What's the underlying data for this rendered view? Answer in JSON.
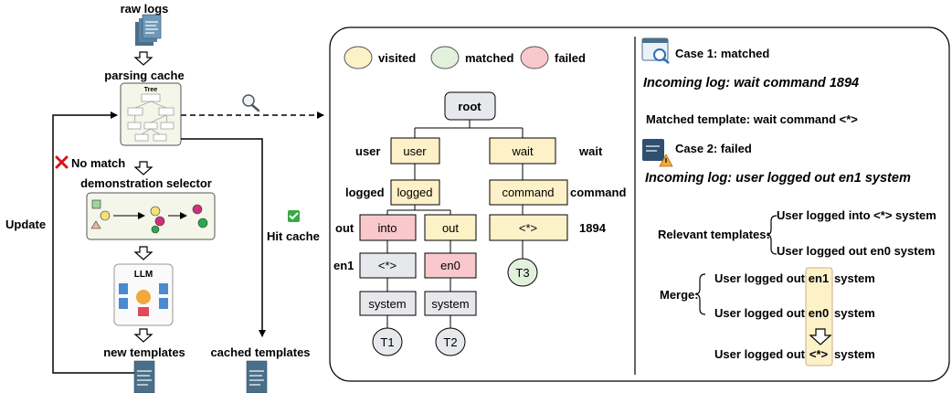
{
  "left": {
    "raw_logs": "raw logs",
    "parsing_cache": "parsing cache",
    "tree_label": "Tree",
    "no_match": "No match",
    "demonstration_selector": "demonstration selector",
    "llm": "LLM",
    "new_templates": "new templates",
    "cached_templates": "cached templates",
    "update": "Update",
    "hit_cache": "Hit cache"
  },
  "legend": {
    "visited": "visited",
    "matched": "matched",
    "failed": "failed"
  },
  "tree": {
    "root": "root",
    "user_side": "user",
    "user_node": "user",
    "wait_node": "wait",
    "wait_side": "wait",
    "logged_side": "logged",
    "logged_node": "logged",
    "command_node": "command",
    "command_side": "command",
    "out_side": "out",
    "into_node": "into",
    "out_node": "out",
    "wildcard_node": "<*>",
    "value_1894": "1894",
    "en1_side": "en1",
    "wild2_node": "<*>",
    "en0_node": "en0",
    "system1": "system",
    "system2": "system",
    "t1": "T1",
    "t2": "T2",
    "t3": "T3"
  },
  "cases": {
    "case1_title": "Case 1: matched",
    "case1_log": "Incoming log: wait command 1894",
    "matched_template": "Matched template: wait command <*>",
    "case2_title": "Case 2: failed",
    "case2_log": "Incoming log: user logged out en1 system",
    "relevant_label": "Relevant templates:",
    "relevant_1": "User logged into <*> system",
    "relevant_2": "User logged out en0 system",
    "merge_label": "Merge:",
    "merge_prefix_1": "User logged out",
    "merge_token_1": "en1",
    "merge_suffix_1": "system",
    "merge_prefix_2": "User logged out",
    "merge_token_2": "en0",
    "merge_suffix_2": "system",
    "result_prefix": "User logged out",
    "result_token": "<*>",
    "result_suffix": "system"
  },
  "colors": {
    "visited": "#fdf1c8",
    "matched": "#e2f1dc",
    "failed": "#f9c8cc",
    "neutral": "#e6e8ec",
    "root": "#e6e8ec",
    "doc": "#4a6f8a"
  }
}
